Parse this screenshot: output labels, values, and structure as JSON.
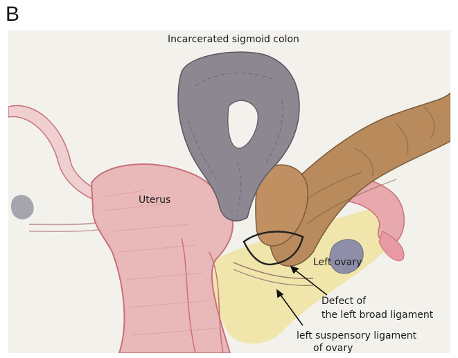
{
  "panel_label": "B",
  "labels": {
    "colon": "Incarcerated sigmoid colon",
    "uterus": "Uterus",
    "ovary": "Left ovary",
    "defect_line1": "Defect of",
    "defect_line2": "the left broad ligament",
    "suspensory_line1": "left suspensory ligament",
    "suspensory_line2": "of ovary"
  },
  "colors": {
    "paper": "#f3f1ec",
    "uterus": "#e9b8b8",
    "uterus_outline": "#c8707a",
    "colon_gray": "#8c8790",
    "colon_brown": "#b88a5c",
    "ligament_yellow": "#efe3a0",
    "ovary": "#8e8ea8"
  }
}
